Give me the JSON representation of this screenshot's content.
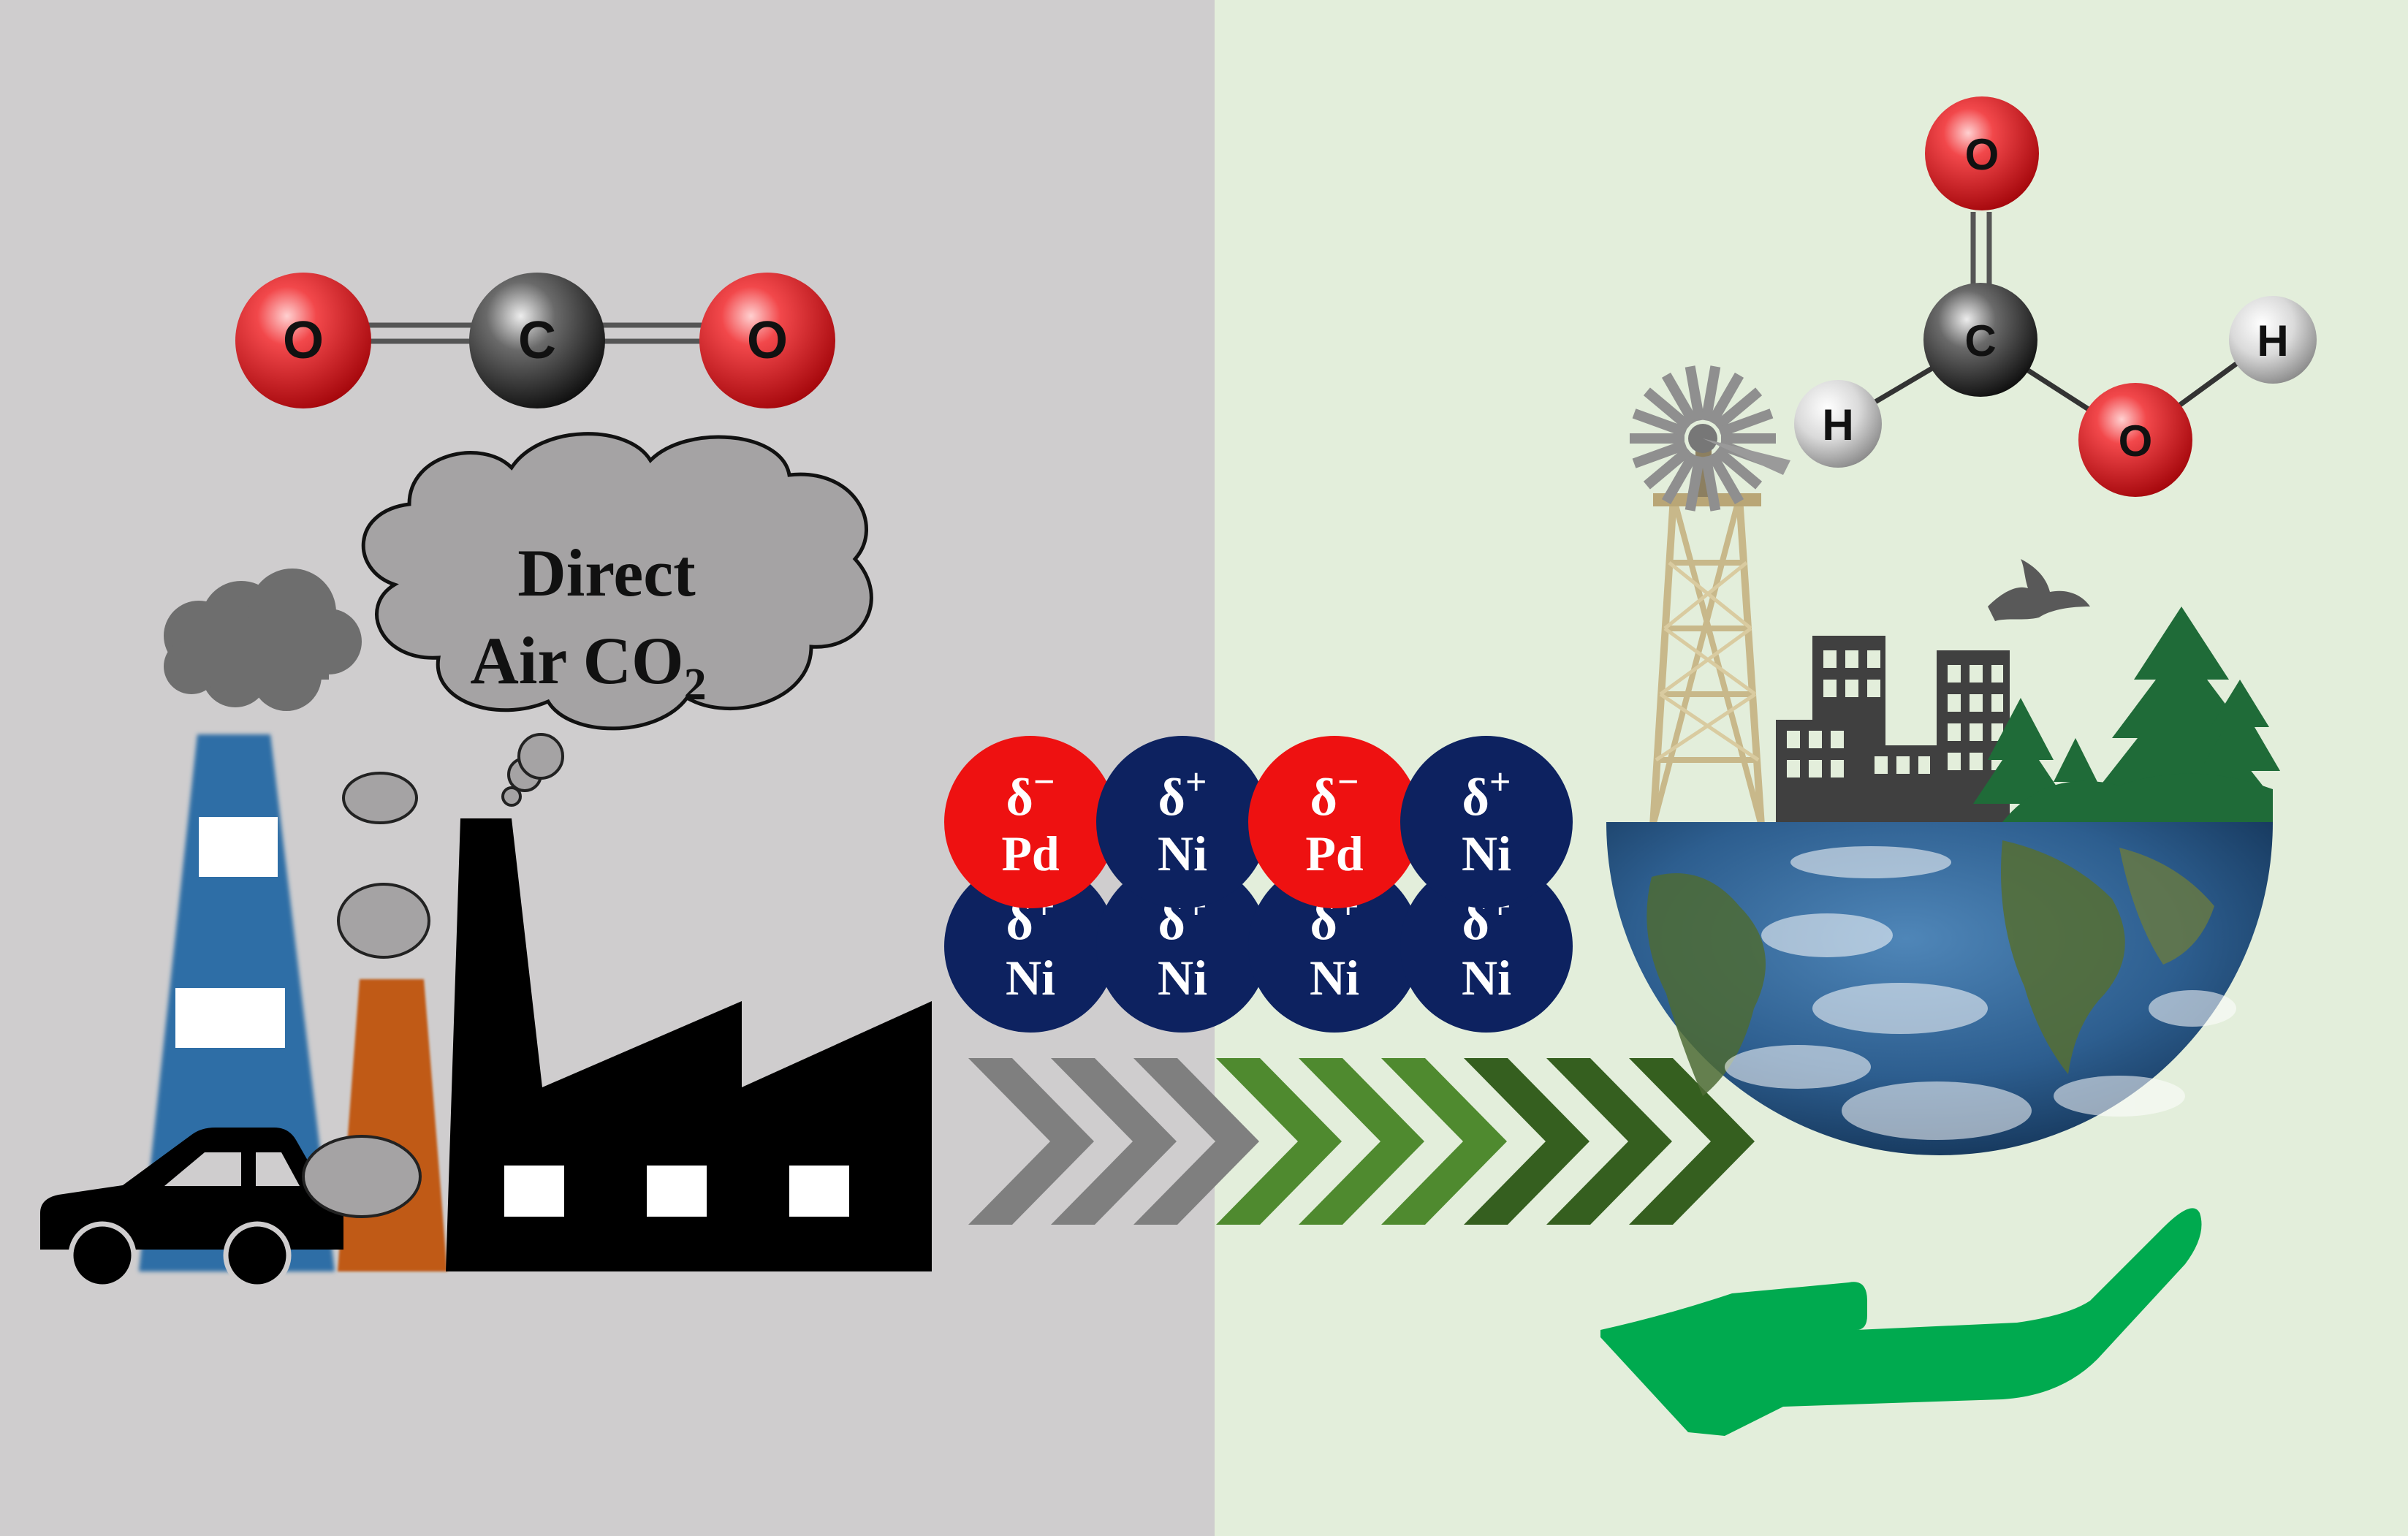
{
  "colors": {
    "left_background": "#cfcdce",
    "right_background": "#e3eedb",
    "oxygen": "#e8151a",
    "carbon": "#2a2a2a",
    "hydrogen": "#dddddd",
    "pd_atom": "#ee1111",
    "ni_atom": "#0d2260",
    "blue_chimney": "#2e6ea6",
    "orange_chimney": "#c05a12",
    "factory": "#000000",
    "arrow_gray": "#7f7f7f",
    "arrow_green": "#4f8a2f",
    "arrow_dark_green": "#355f1f",
    "hand_green": "#00aa4f",
    "city_gray": "#404040",
    "tree_green": "#1f6b38"
  },
  "co2_molecule": {
    "left_oxygen": "O",
    "carbon": "C",
    "right_oxygen": "O"
  },
  "formic_acid_molecule": {
    "top_oxygen": "O",
    "carbon": "C",
    "hydrogen_left": "H",
    "hydroxyl_oxygen": "O",
    "hydroxyl_hydrogen": "H"
  },
  "cloud_label": {
    "line1": "Direct",
    "line2": "Air CO",
    "subscript": "2"
  },
  "catalyst": {
    "top_row": [
      {
        "charge": "δ",
        "sign": "−",
        "element": "Pd"
      },
      {
        "charge": "δ",
        "sign": "+",
        "element": "Ni"
      },
      {
        "charge": "δ",
        "sign": "−",
        "element": "Pd"
      },
      {
        "charge": "δ",
        "sign": "+",
        "element": "Ni"
      }
    ],
    "bottom_row": [
      {
        "charge": "δ",
        "sign": "+",
        "element": "Ni"
      },
      {
        "charge": "δ",
        "sign": "+",
        "element": "Ni"
      },
      {
        "charge": "δ",
        "sign": "+",
        "element": "Ni"
      },
      {
        "charge": "δ",
        "sign": "+",
        "element": "Ni"
      }
    ]
  },
  "icons": [
    "co2-molecule-icon",
    "thought-cloud-icon",
    "smoke-puff-icon",
    "blue-chimney-icon",
    "orange-chimney-icon",
    "factory-icon",
    "car-icon",
    "chevron-arrows-icon",
    "windmill-icon",
    "city-buildings-icon",
    "bird-icon",
    "pine-tree-icon",
    "earth-hemisphere-icon",
    "open-hand-icon",
    "formic-acid-molecule-icon"
  ]
}
